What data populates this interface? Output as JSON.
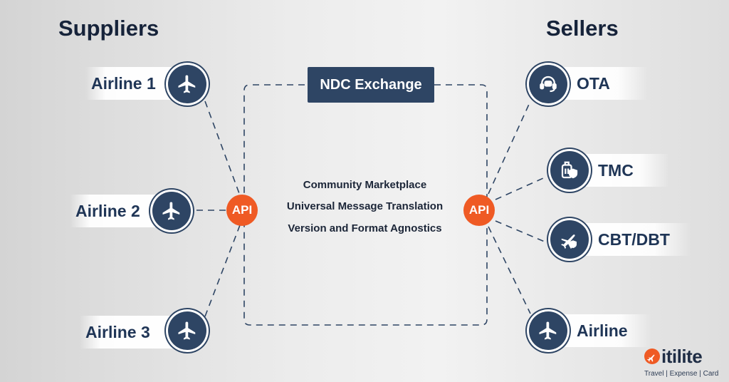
{
  "headings": {
    "suppliers": "Suppliers",
    "sellers": "Sellers"
  },
  "suppliers": [
    {
      "label": "Airline 1",
      "icon": "airplane-icon"
    },
    {
      "label": "Airline 2",
      "icon": "airplane-icon"
    },
    {
      "label": "Airline 3",
      "icon": "airplane-icon"
    }
  ],
  "sellers": [
    {
      "label": "OTA",
      "icon": "headset-chat-icon"
    },
    {
      "label": "TMC",
      "icon": "luggage-shield-icon"
    },
    {
      "label": "CBT/DBT",
      "icon": "plane-shield-icon"
    },
    {
      "label": "Airline",
      "icon": "airplane-icon"
    }
  ],
  "api": {
    "left": "API",
    "right": "API"
  },
  "exchange": {
    "title": "NDC Exchange",
    "features": [
      "Community Marketplace",
      "Universal Message Translation",
      "Version and Format Agnostics"
    ]
  },
  "logo": {
    "name": "itilite",
    "tagline": "Travel | Expense | Card"
  },
  "colors": {
    "navy": "#2e4564",
    "accent": "#ef5a24",
    "text": "#1f3556"
  }
}
